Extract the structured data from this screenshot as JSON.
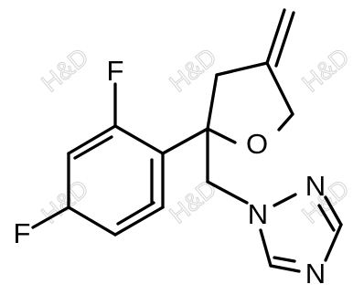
{
  "atoms": {
    "F1": "F",
    "F2": "F",
    "O": "O",
    "N1": "N",
    "N2": "N",
    "N4": "N"
  },
  "watermark": "H&D"
}
